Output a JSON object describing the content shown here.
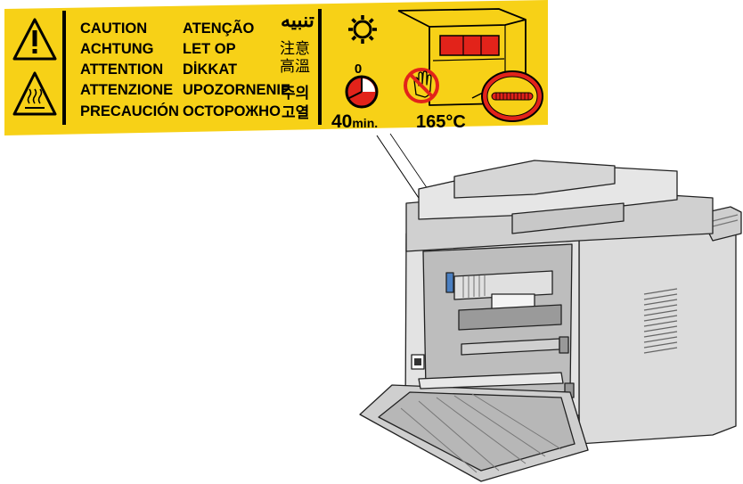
{
  "label": {
    "warnings": {
      "col1": [
        "CAUTION",
        "ACHTUNG",
        "ATTENTION",
        "ATTENZIONE",
        "PRECAUCIÓN"
      ],
      "col2": [
        "ATENÇÃO",
        "LET OP",
        "DİKKAT",
        "UPOZORNENIE",
        "ОСТОРОЖНО"
      ],
      "arabic": "تنبيه",
      "chinese_1": "注意",
      "chinese_2": "高溫",
      "korean_1": "주의",
      "korean_2": "고열"
    },
    "timer_zero": "0",
    "timer_minutes": "40",
    "timer_unit": "min.",
    "temperature": "165°C"
  },
  "colors": {
    "label_yellow": "#f7d117",
    "warning_red": "#e2231a",
    "printer_gray": "#d9d9d9",
    "outline": "#1a1a1a"
  },
  "icons": [
    "caution-triangle-icon",
    "hot-surface-icon",
    "cooling-fan-icon",
    "timer-icon",
    "no-touch-hand-icon",
    "fuser-unit-icon"
  ]
}
